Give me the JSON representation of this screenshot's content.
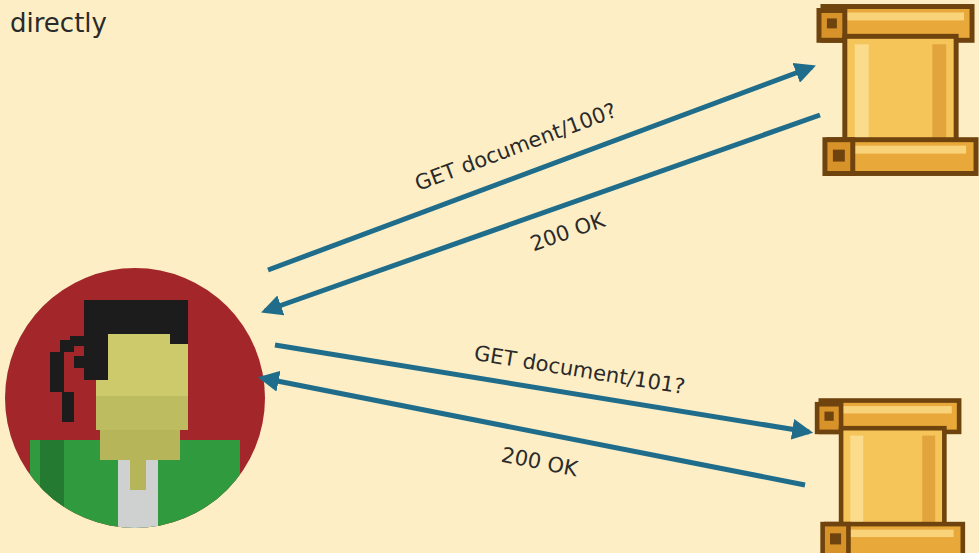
{
  "diagram": {
    "title": "directly",
    "labels": [
      "GET document/100?",
      "200 OK",
      "GET document/101?",
      "200 OK"
    ]
  }
}
